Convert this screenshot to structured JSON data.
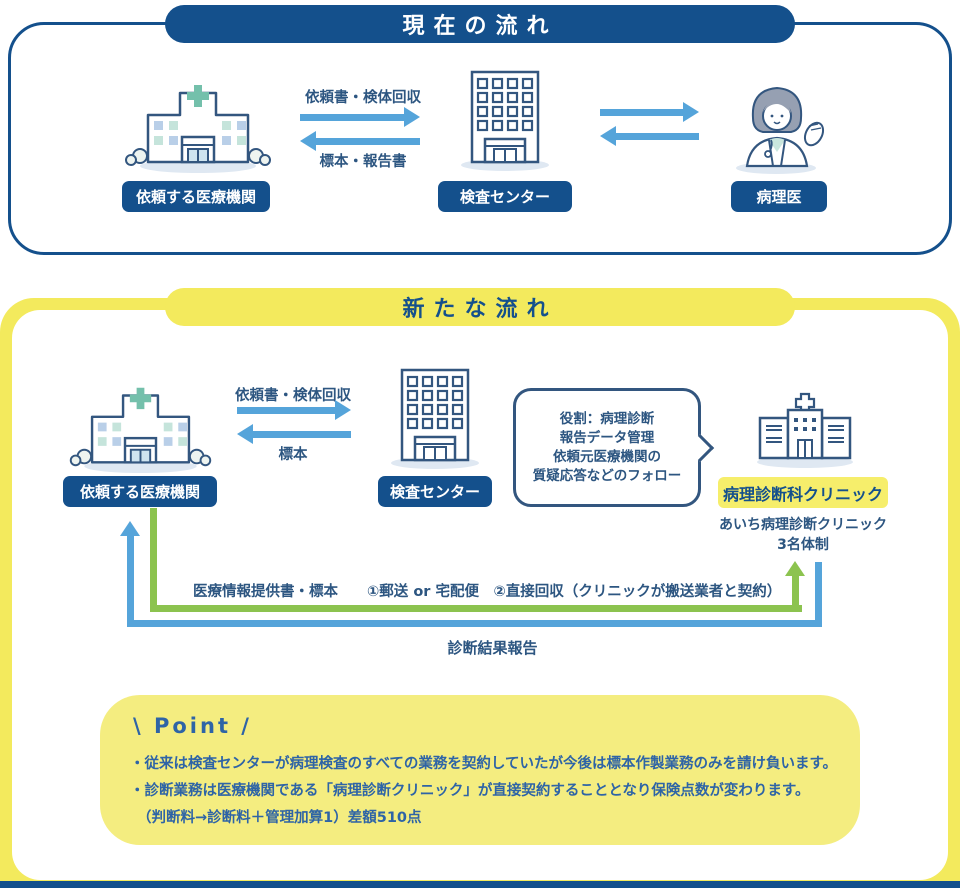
{
  "current": {
    "title": "現在の流れ",
    "hospital_label": "依頼する医療機関",
    "center_label": "検査センター",
    "pathologist_label": "病理医",
    "arrow_top_label": "依頼書・検体回収",
    "arrow_bottom_label": "標本・報告書"
  },
  "new": {
    "title": "新たな流れ",
    "hospital_label": "依頼する医療機関",
    "center_label": "検査センター",
    "arrow_top_label": "依頼書・検体回収",
    "arrow_bottom_label": "標本",
    "bubble_line1": "役割：病理診断",
    "bubble_line2": "報告データ管理",
    "bubble_line3": "依頼元医療機関の",
    "bubble_line4": "質疑応答などのフォロー",
    "clinic_label": "病理診断科クリニック",
    "clinic_sub1": "あいち病理診断クリニック",
    "clinic_sub2": "3名体制",
    "green_arrow_label": "医療情報提供書・標本　　①郵送 or 宅配便　②直接回収（クリニックが搬送業者と契約）",
    "blue_arrow_label": "診断結果報告"
  },
  "point": {
    "title": "\\ Point /",
    "bullet1": "・従来は検査センターが病理検査のすべての業務を契約していたが今後は標本作製業務のみを請け負います。",
    "bullet2": "・診断業務は医療機関である「病理診断クリニック」が直接契約することとなり保険点数が変わります。",
    "bullet3": "（判断料→診断料＋管理加算1）差額510点"
  },
  "colors": {
    "navy": "#14508C",
    "arrow_blue": "#55A4DA",
    "arrow_green": "#8CC34F",
    "yellow": "#F3EA5D",
    "point_yellow": "#F4ED80",
    "highlight_yellow": "#F6EE6B"
  }
}
